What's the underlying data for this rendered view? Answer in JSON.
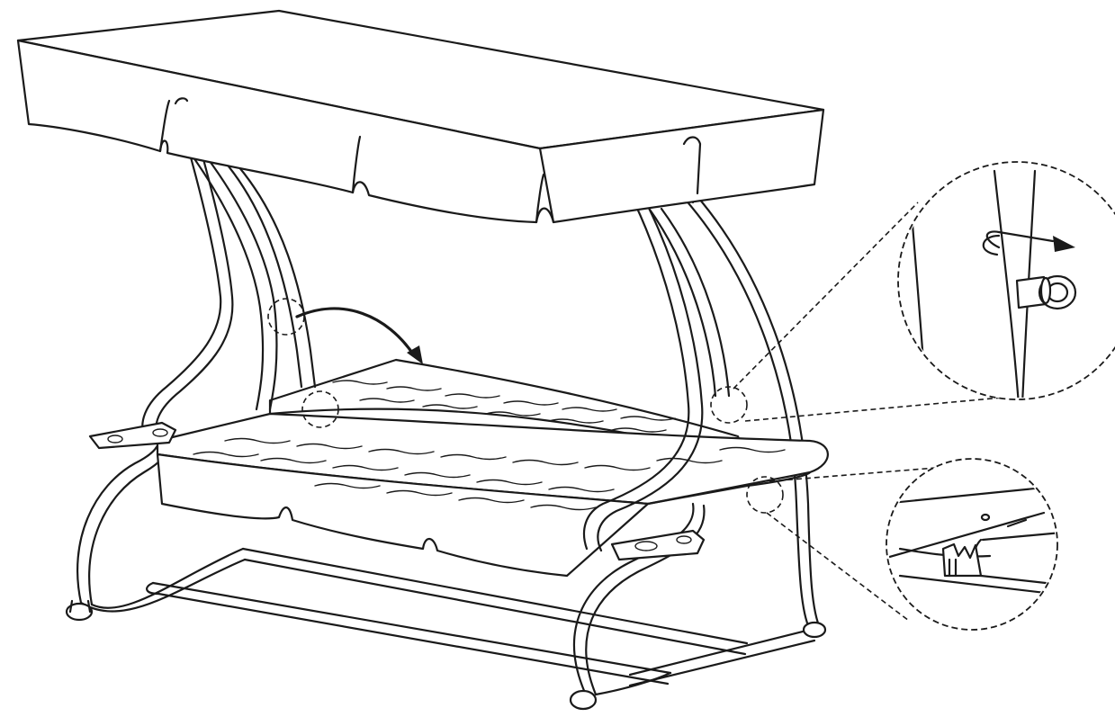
{
  "diagram": {
    "subject": "porch-swing-assembly",
    "callouts": [
      {
        "name": "detail-pin-and-clip"
      },
      {
        "name": "detail-seat-bracket"
      }
    ]
  },
  "colors": {
    "line": "#1a1a1a",
    "background": "#ffffff"
  }
}
